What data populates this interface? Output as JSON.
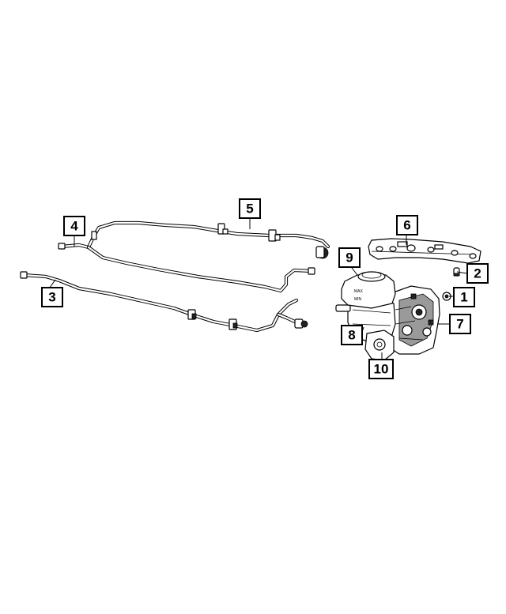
{
  "callouts": [
    {
      "id": "1",
      "label": "1"
    },
    {
      "id": "2",
      "label": "2"
    },
    {
      "id": "3",
      "label": "3"
    },
    {
      "id": "4",
      "label": "4"
    },
    {
      "id": "5",
      "label": "5"
    },
    {
      "id": "6",
      "label": "6"
    },
    {
      "id": "7",
      "label": "7"
    },
    {
      "id": "8",
      "label": "8"
    },
    {
      "id": "9",
      "label": "9"
    },
    {
      "id": "10",
      "label": "10"
    }
  ],
  "reservoir_markings": {
    "max": "MAX",
    "min": "MIN"
  },
  "colors": {
    "background": "#ffffff",
    "line": "#000000"
  }
}
